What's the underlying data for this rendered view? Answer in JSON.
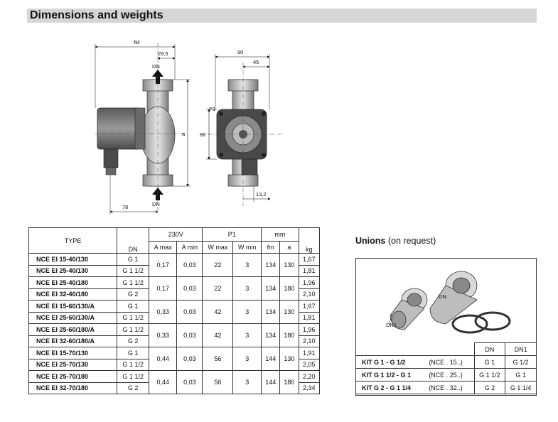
{
  "header": {
    "title": "Dimensions and weights"
  },
  "drawing": {
    "labels": {
      "fM": "fM",
      "d29_5": "29,5",
      "DN_top": "DN",
      "DN_bottom": "DN",
      "a": "a",
      "d78": "78",
      "d90": "90",
      "d45": "45",
      "P1": "P1",
      "d88": "88",
      "d13_2": "13,2"
    }
  },
  "table": {
    "headers": {
      "type": "TYPE",
      "dn": "DN",
      "v230": "230V",
      "p1": "P1",
      "mm": "mm",
      "amax": "A max",
      "amin": "A min",
      "wmax": "W max",
      "wmin": "W min",
      "fm": "fm",
      "a": "a",
      "kg": "kg"
    },
    "rows": [
      {
        "type": "NCE EI 15-40/130",
        "dn": "G 1",
        "kg": "1,67"
      },
      {
        "type": "NCE EI 25-40/130",
        "dn": "G 1 1/2",
        "kg": "1,81"
      },
      {
        "type": "NCE EI 25-40/180",
        "dn": "G 1 1/2",
        "kg": "1,96"
      },
      {
        "type": "NCE EI 32-40/180",
        "dn": "G 2",
        "kg": "2,10"
      },
      {
        "type": "NCE EI 15-60/130/A",
        "dn": "G 1",
        "kg": "1,67"
      },
      {
        "type": "NCE EI 25-60/130/A",
        "dn": "G 1 1/2",
        "kg": "1,81"
      },
      {
        "type": "NCE EI 25-60/180/A",
        "dn": "G 1 1/2",
        "kg": "1,96"
      },
      {
        "type": "NCE EI 32-60/180/A",
        "dn": "G 2",
        "kg": "2,10"
      },
      {
        "type": "NCE EI 15-70/130",
        "dn": "G 1",
        "kg": "1,91"
      },
      {
        "type": "NCE EI 25-70/130",
        "dn": "G 1 1/2",
        "kg": "2,05"
      },
      {
        "type": "NCE EI 25-70/180",
        "dn": "G 1 1/2",
        "kg": "2,20"
      },
      {
        "type": "NCE EI 32-70/180",
        "dn": "G 2",
        "kg": "2,34"
      }
    ],
    "groups": [
      {
        "amax": "0,17",
        "amin": "0,03",
        "wmax": "22",
        "wmin": "3",
        "fm": "134",
        "a": "130"
      },
      {
        "amax": "0,17",
        "amin": "0,03",
        "wmax": "22",
        "wmin": "3",
        "fm": "134",
        "a": "180"
      },
      {
        "amax": "0,33",
        "amin": "0,03",
        "wmax": "42",
        "wmin": "3",
        "fm": "134",
        "a": "130"
      },
      {
        "amax": "0,33",
        "amin": "0,03",
        "wmax": "42",
        "wmin": "3",
        "fm": "134",
        "a": "180"
      },
      {
        "amax": "0,44",
        "amin": "0,03",
        "wmax": "56",
        "wmin": "3",
        "fm": "144",
        "a": "130"
      },
      {
        "amax": "0,44",
        "amin": "0,03",
        "wmax": "56",
        "wmin": "3",
        "fm": "144",
        "a": "180"
      }
    ]
  },
  "unions": {
    "title_bold": "Unions",
    "title_rest": " (on request)",
    "label_dn": "DN",
    "label_dn1": "DN1",
    "col_dn": "DN",
    "col_dn1": "DN1",
    "kits": [
      {
        "name": "KIT G 1  -  G 1/2",
        "nce": "(NCE . 15..)",
        "dn": "G 1",
        "dn1": "G 1/2"
      },
      {
        "name": "KIT G 1 1/2 - G 1",
        "nce": "(NCE . 25..)",
        "dn": "G 1 1/2",
        "dn1": "G 1"
      },
      {
        "name": "KIT G 2 - G 1 1/4",
        "nce": "(NCE . 32..)",
        "dn": "G 2",
        "dn1": "G 1 1/4"
      }
    ]
  }
}
